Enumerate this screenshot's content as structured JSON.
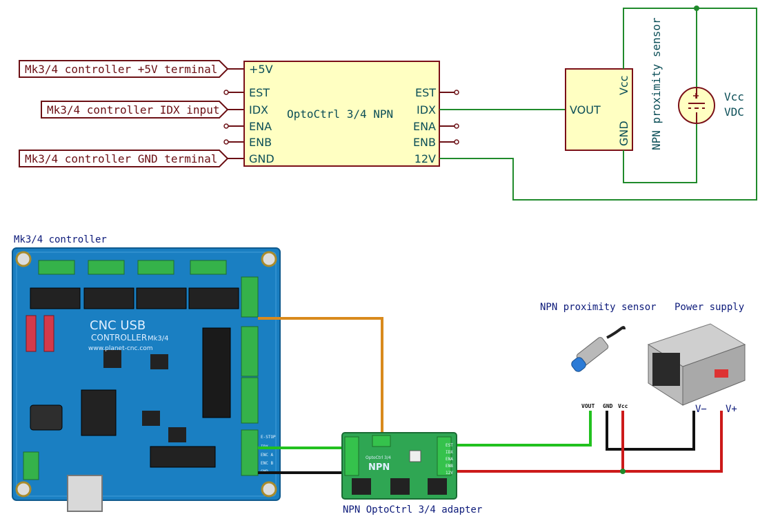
{
  "schematic": {
    "net_labels": [
      "Mk3/4 controller +5V terminal",
      "Mk3/4 controller IDX input",
      "Mk3/4 controller GND terminal"
    ],
    "module": {
      "title": "OptoCtrl 3/4 NPN",
      "left_pins": [
        "+5V",
        "EST",
        "IDX",
        "ENA",
        "ENB",
        "GND"
      ],
      "right_pins": [
        "EST",
        "IDX",
        "ENA",
        "ENB",
        "12V"
      ]
    },
    "sensor": {
      "name": "NPN proximity sensor",
      "pins": [
        "VOUT",
        "Vcc",
        "GND"
      ]
    },
    "supply": {
      "label_1": "Vcc",
      "label_2": "VDC"
    }
  },
  "photo": {
    "controller_caption": "Mk3/4 controller",
    "adapter_caption": "NPN OptoCtrl 3/4 adapter",
    "sensor_caption": "NPN proximity sensor",
    "supply_caption": "Power supply",
    "sensor_pins": [
      "VOUT",
      "GND",
      "Vcc"
    ],
    "supply_terminals": [
      "V−",
      "V+"
    ],
    "board_text": {
      "line1": "CNC USB",
      "line2": "CONTROLLER",
      "line3": "www.planet-cnc.com",
      "model": "Mk3/4",
      "adapter_name": "NPN",
      "adapter_sub": "OptoCtrl 3/4"
    },
    "controller_io_labels": [
      "E-STOP",
      "IDX",
      "ENC A",
      "ENC B",
      "GND"
    ],
    "adapter_io_labels": [
      "EST",
      "IDX",
      "ENA",
      "ENB",
      "12V"
    ]
  },
  "colors": {
    "wire_schematic": "#1f8a2b",
    "net_label": "#6b0f14",
    "module_fill": "#ffffc2",
    "module_border": "#7a0f17",
    "wire_orange": "#d98a1c",
    "wire_green": "#22c11f",
    "wire_black": "#111111",
    "wire_red": "#cc1a1a",
    "pcb_blue": "#1a7fc2"
  }
}
